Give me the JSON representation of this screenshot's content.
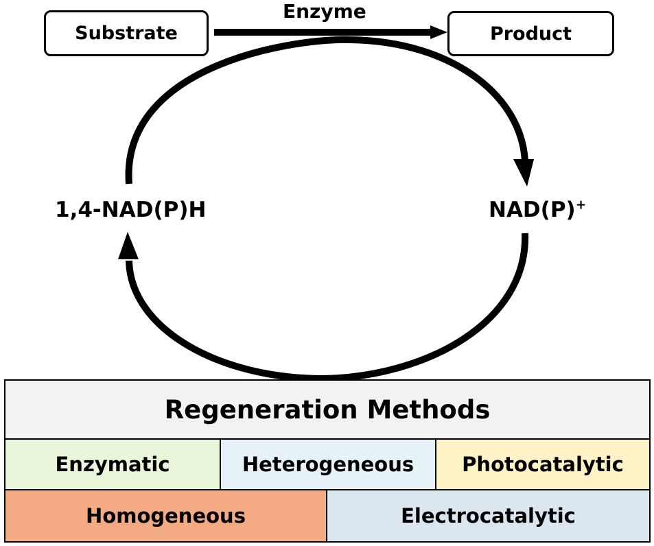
{
  "reaction": {
    "substrate": "Substrate",
    "product": "Product",
    "enzyme": "Enzyme"
  },
  "cofactors": {
    "reduced": "1,4-NAD(P)H",
    "oxidized_base": "NAD(P)",
    "oxidized_charge": "+"
  },
  "table": {
    "header": "Regeneration Methods",
    "row1": [
      {
        "label": "Enzymatic",
        "color": "#e9f6da"
      },
      {
        "label": "Heterogeneous",
        "color": "#e6f1f8"
      },
      {
        "label": "Photocatalytic",
        "color": "#fff2c6"
      }
    ],
    "row2": [
      {
        "label": "Homogeneous",
        "color": "#f4ab84"
      },
      {
        "label": "Electrocatalytic",
        "color": "#dce6ef"
      }
    ],
    "header_color": "#f0f3f1"
  }
}
